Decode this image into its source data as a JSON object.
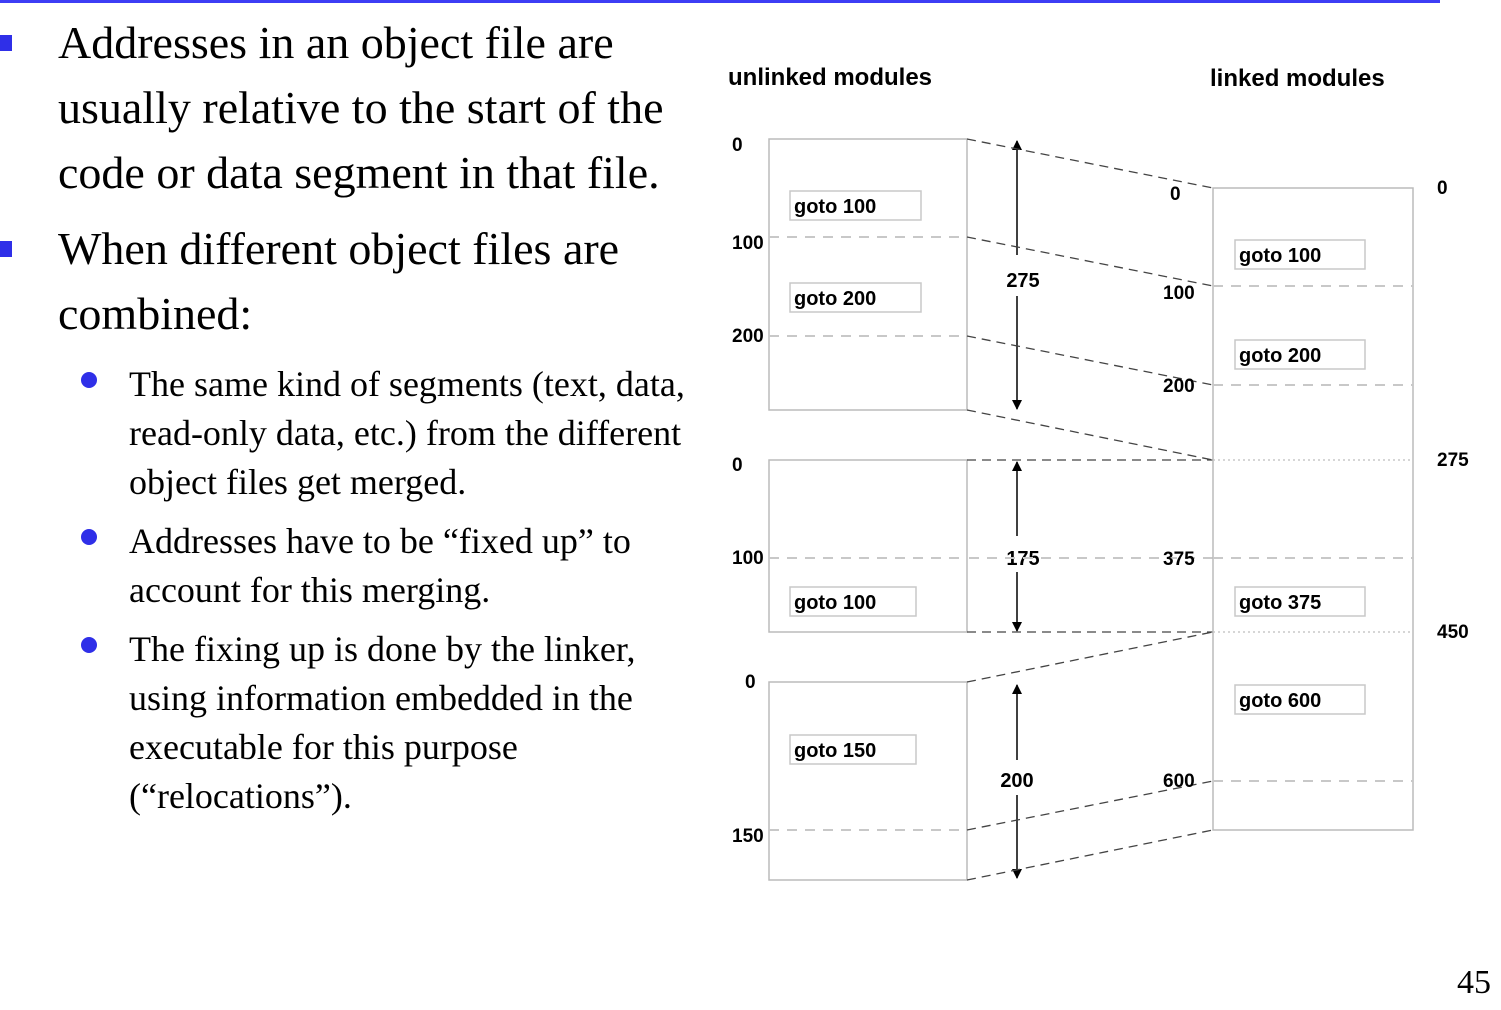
{
  "slide": {
    "bullets": [
      "Addresses in an object file are usually relative to the start of the code or data segment in that file.",
      "When different object files are combined:"
    ],
    "sub_bullets": [
      "The same kind of segments (text, data, read-only data, etc.) from the different object files get merged.",
      "Addresses have to be “fixed up” to account for this merging.",
      "The fixing up is done by the linker, using information embedded in the executable for this purpose (“relocations”)."
    ],
    "page_number": "45"
  },
  "diagram": {
    "heading_unlinked": "unlinked modules",
    "heading_linked": "linked modules",
    "unlinked_modules": [
      {
        "start_label": "0",
        "end_label": "",
        "divider_labels": [
          "100",
          "200"
        ],
        "instructions": [
          "goto 100",
          "goto 200"
        ],
        "size_label": "275"
      },
      {
        "start_label": "0",
        "end_label": "",
        "divider_labels": [
          "100"
        ],
        "instructions": [
          "goto 100"
        ],
        "size_label": "175"
      },
      {
        "start_label": "0",
        "end_label": "",
        "divider_labels": [
          "150"
        ],
        "instructions": [
          "goto 150"
        ],
        "size_label": "200"
      }
    ],
    "mapped_labels": [
      "0",
      "100",
      "200",
      "375",
      "600"
    ],
    "linked_module": {
      "boundary_labels": [
        "0",
        "275",
        "450"
      ],
      "instructions": [
        "goto 100",
        "goto 200",
        "goto 375",
        "goto 600"
      ]
    }
  }
}
